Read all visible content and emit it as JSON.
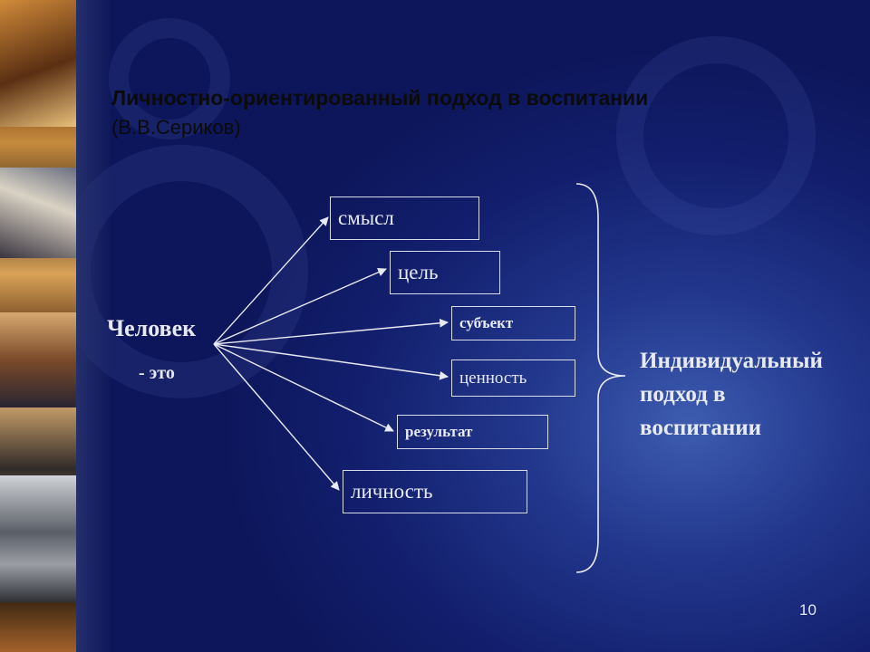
{
  "slide": {
    "title": "Личностно-ориентированный подход в воспитании",
    "subtitle": "(В.В.Сериков)",
    "left_label": "Человек",
    "left_sublabel": "- это",
    "boxes": [
      "смысл",
      "цель",
      "субъект",
      "ценность",
      "результат",
      "личность"
    ],
    "right_label": "Индивидуальный подход в воспитании",
    "page_number": "10"
  },
  "colors": {
    "background": "#131f6e",
    "text_light": "#e8eaf4",
    "title_dark": "#0b0b0b"
  }
}
